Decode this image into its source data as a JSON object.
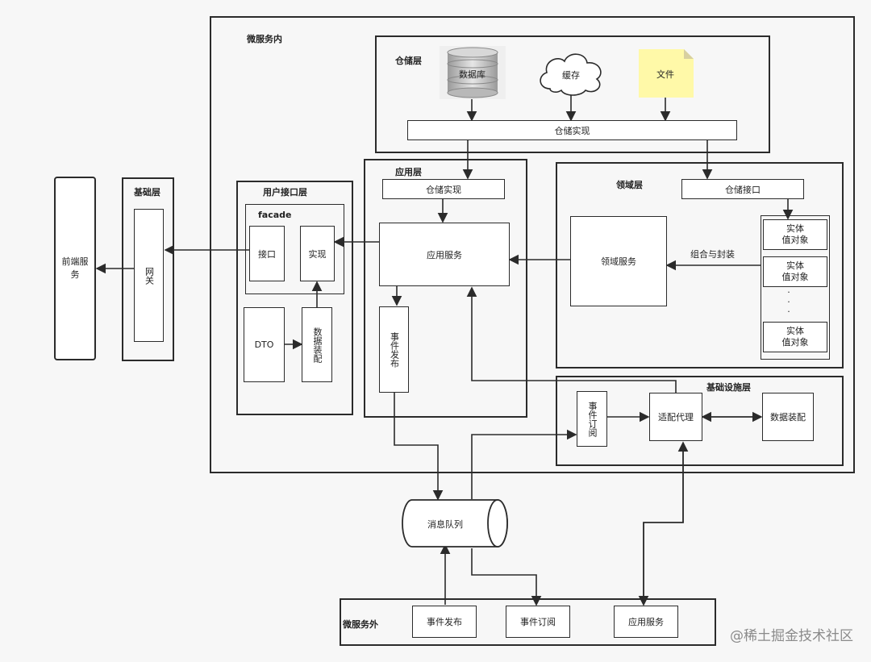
{
  "regions": {
    "inner": "微服务内",
    "storage": "仓储层",
    "app": "应用层",
    "domain": "领域层",
    "ui": "用户接口层",
    "base": "基础层",
    "infra": "基础设施层",
    "outer": "微服务外"
  },
  "storage": {
    "database": "数据库",
    "cache": "缓存",
    "file": "文件",
    "repo_impl": "仓储实现"
  },
  "app": {
    "repo_impl": "仓储实现",
    "app_service": "应用服务",
    "event_publish": "事件发布"
  },
  "domain": {
    "repo_interface": "仓储接口",
    "domain_service": "领域服务",
    "compose": "组合与封装",
    "entity_1": "实体\n值对象",
    "entity_2": "实体\n值对象",
    "entity_3": "实体\n值对象",
    "dots": ".\n.\n."
  },
  "ui": {
    "facade": "facade",
    "interface": "接口",
    "impl": "实现",
    "dto": "DTO",
    "assembler": "数据装配"
  },
  "base": {
    "gateway": "网关",
    "frontend": "前端服务"
  },
  "infra": {
    "event_subscribe": "事件订阅",
    "adapter": "适配代理",
    "data_assembly": "数据装配"
  },
  "mq": "消息队列",
  "outer": {
    "event_publish": "事件发布",
    "event_subscribe": "事件订阅",
    "app_service": "应用服务"
  },
  "watermark": "@稀土掘金技术社区"
}
